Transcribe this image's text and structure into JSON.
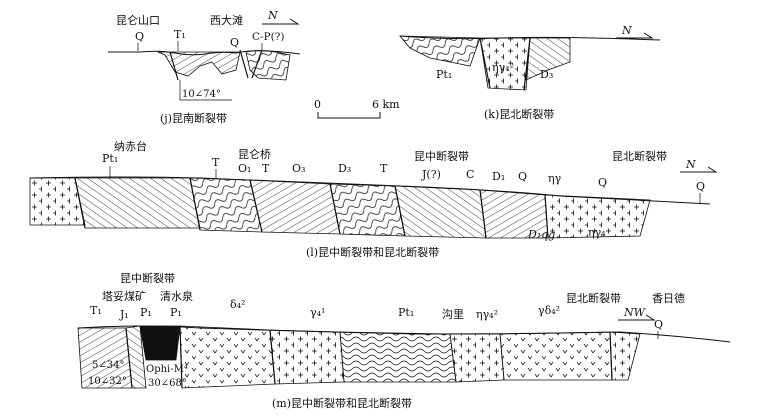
{
  "colors": {
    "ink": "#111111",
    "paper": "#ffffff"
  },
  "scale": {
    "zero": "0",
    "label": "6 km"
  },
  "north_label": "N",
  "nw_label": "NW",
  "panel_j": {
    "caption": "(j)昆南断裂带",
    "labels": {
      "kunlun_pass": "昆仑山口",
      "q1": "Q",
      "t1": "T₁",
      "xidatan": "西大滩",
      "q2": "Q",
      "cp": "C-P(?)"
    },
    "attitude": "10∠74°"
  },
  "panel_k": {
    "caption": "(k)昆北断裂带",
    "labels": {
      "pt": "Pt₁",
      "granite": "ηγ₄²",
      "d3": "D₃"
    }
  },
  "panel_l": {
    "caption": "(l)昆中断裂带和昆北断裂带",
    "labels": {
      "nachitai": "纳赤台",
      "pt": "Pt₁",
      "t_a": "T",
      "kunlunqiao": "昆仑桥",
      "o1": "O₁",
      "t_b": "T",
      "o3": "O₃",
      "d3": "D₃",
      "t_c": "T",
      "kunzhong": "昆中断裂带",
      "j": "J(?)",
      "c": "C",
      "d1": "D₁",
      "q": "Q",
      "eta": "ηγ",
      "kunbei": "昆北断裂带",
      "q2": "Q",
      "q3": "Q",
      "d1qg": "D₁qg",
      "eta4": "ηγ₄"
    }
  },
  "panel_m": {
    "caption": "(m)昆中断裂带和昆北断裂带",
    "labels": {
      "kunzhong": "昆中断裂带",
      "tatuo": "塔妥煤矿",
      "qingshui": "清水泉",
      "t1": "T₁",
      "j1": "J₁",
      "p1a": "P₁",
      "p1b": "P₁",
      "delta": "δ₄²",
      "gamma": "γ₄¹",
      "pt": "Pt₁",
      "goulie": "沟里",
      "eta": "ηγ₄²",
      "gammadelta": "γδ₄²",
      "kunbei": "昆北断裂带",
      "xiangride": "香日德",
      "q": "Q",
      "att1": "5∠34°",
      "att2": "10∠32°",
      "ophi": "Ophi-M⁴",
      "att3": "30∠68°"
    }
  }
}
